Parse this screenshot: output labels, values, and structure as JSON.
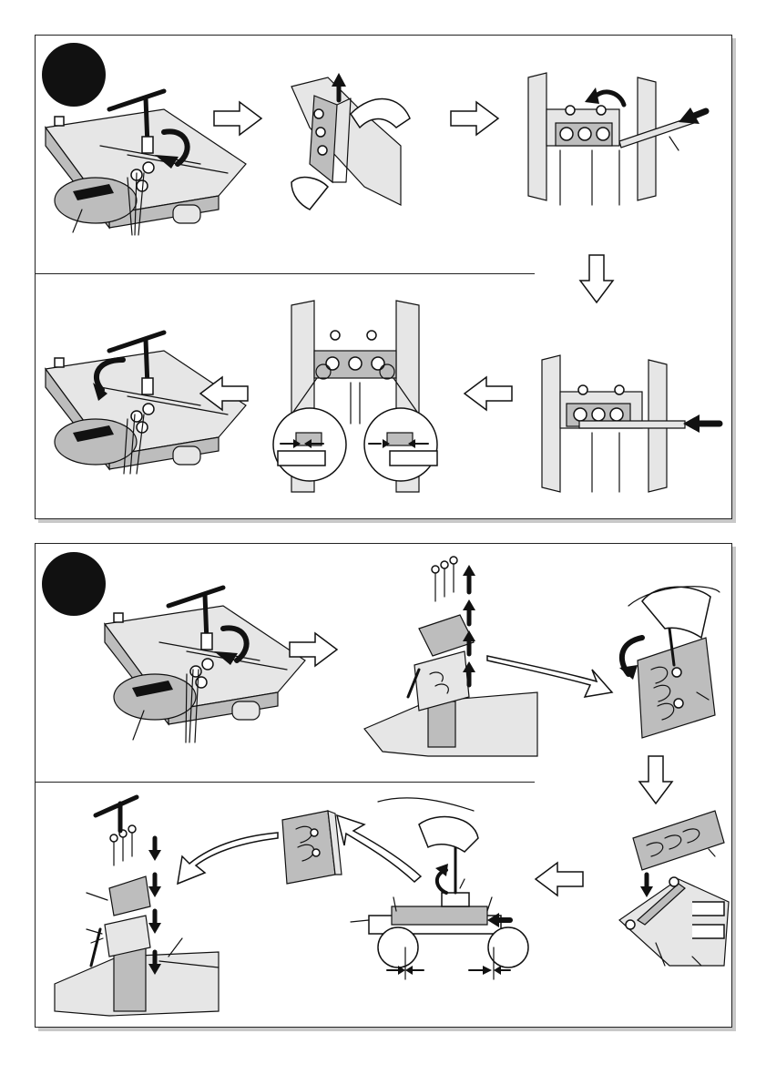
{
  "sections": [
    {
      "id": "top",
      "steps": [
        "loosen-bolts",
        "remove-blade",
        "insert-gauge",
        "gauge-pushed",
        "blade-alignment",
        "tighten-bolts"
      ]
    },
    {
      "id": "bottom",
      "steps": [
        "loosen-bolts",
        "exploded-parts",
        "unscrew-blade",
        "blade-to-gauge",
        "set-blade",
        "reassemble"
      ]
    }
  ],
  "icons": {
    "flow-arrow": "hollow-arrow",
    "rotation": "curved-arrow",
    "direction": "solid-arrow"
  }
}
